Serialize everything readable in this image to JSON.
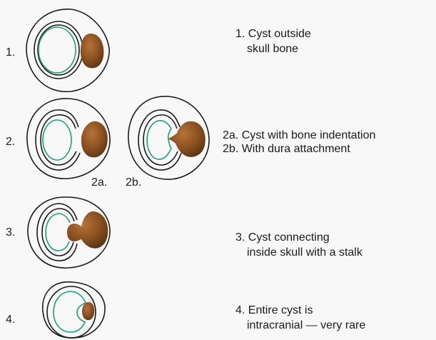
{
  "panels": [
    {
      "number": "1.",
      "caption_lines": [
        "1. Cyst outside",
        "skull bone"
      ]
    },
    {
      "number": "2.",
      "caption_lines": [
        "2a. Cyst with bone indentation",
        "2b. With dura attachment"
      ],
      "sublabels": [
        "2a.",
        "2b."
      ]
    },
    {
      "number": "3.",
      "caption_lines": [
        "3. Cyst connecting",
        "inside skull with a stalk"
      ]
    },
    {
      "number": "4.",
      "caption_lines": [
        "4. Entire cyst is",
        "intracranial — very rare"
      ]
    }
  ],
  "colors": {
    "skull_outline": "#1a1a1a",
    "dura_line": "#1f9e7a",
    "cyst_fill": "#8a5020",
    "background": "#f8f8f8"
  }
}
